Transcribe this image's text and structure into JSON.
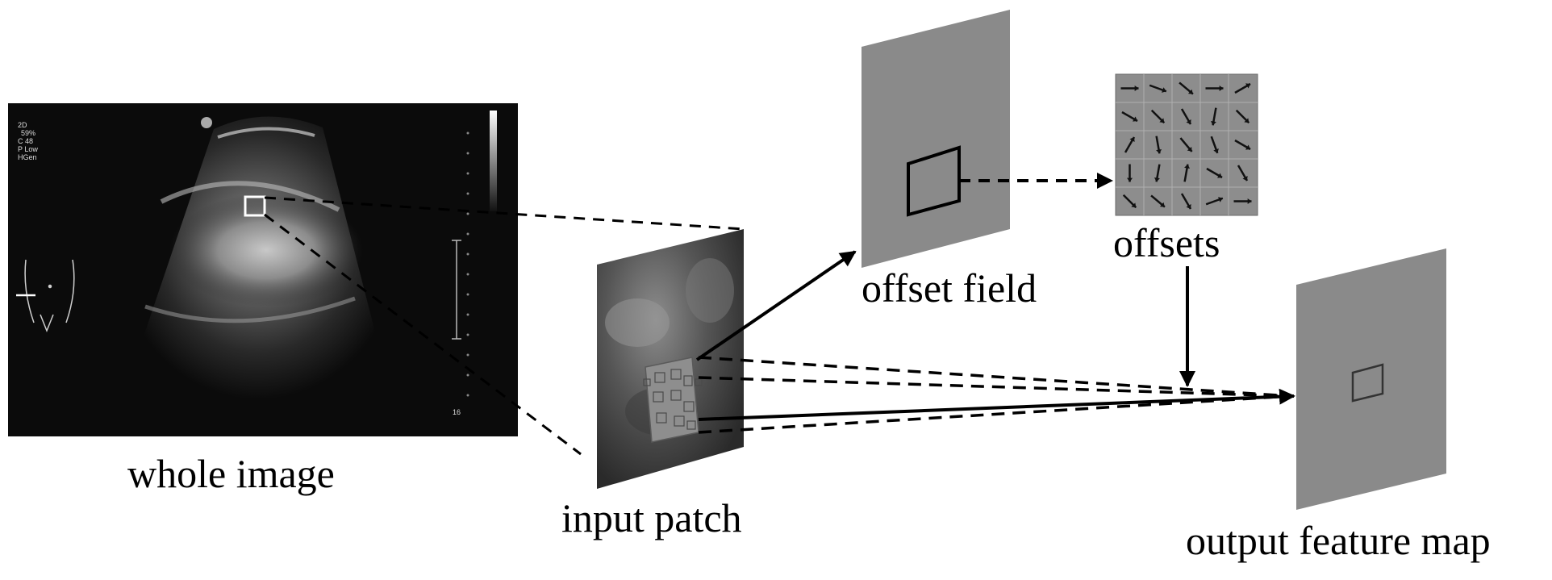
{
  "labels": {
    "whole_image": "whole image",
    "input_patch": "input patch",
    "offset_field": "offset field",
    "offsets": "offsets",
    "output_feature_map": "output feature map"
  },
  "ultrasound_overlay": {
    "line1": "2D",
    "line2": "59%",
    "line3": "C 48",
    "line4": "P Low",
    "line5": "HGen",
    "depth": "16"
  },
  "colors": {
    "plane_gray": "#8a8a8a",
    "ultrasound_bg": "#0b0b0b",
    "arrow": "#000000"
  }
}
